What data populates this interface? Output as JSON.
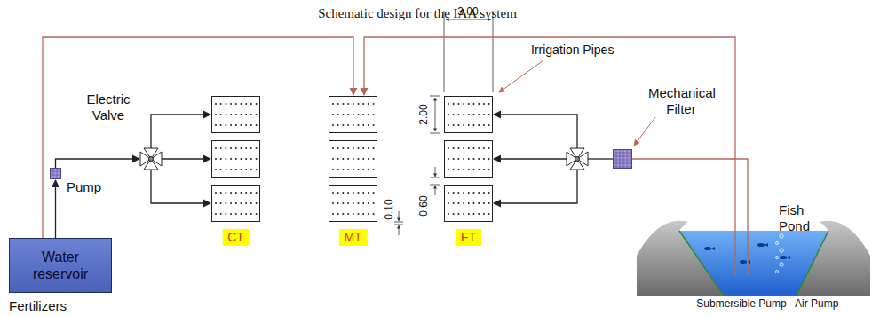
{
  "diagram": {
    "title": "Schematic design for the IAA system",
    "nodes": [
      {
        "text": [
          "Water reservoir"
        ]
      },
      {
        "text": [
          "Pump"
        ]
      },
      {
        "text": [
          "Electric Valve"
        ]
      },
      {
        "text": [
          "CT"
        ]
      },
      {
        "text": [
          "MT"
        ]
      },
      {
        "text": [
          "FT"
        ]
      },
      {
        "text": [
          "Mechanical Filter"
        ]
      },
      {
        "text": [
          "Fish Pond"
        ]
      },
      {
        "text": [
          "Submersible Pump"
        ],
        "in": 7
      },
      {
        "text": [
          "Air Pump"
        ],
        "in": 7
      }
    ],
    "edges": [
      {
        "from": 0,
        "to": 1,
        "arrow": "to"
      },
      {
        "from": 1,
        "to": 2,
        "arrow": "to"
      },
      {
        "from": 2,
        "to": 3,
        "arrow": "to"
      },
      {
        "from": 0,
        "to": 4,
        "arrow": "to"
      },
      {
        "from": 8,
        "to": 4,
        "arrow": "to"
      },
      {
        "from": 8,
        "to": 6,
        "arrow": "none"
      },
      {
        "from": 6,
        "to": 5,
        "arrow": "to"
      }
    ],
    "labels": [
      "Irrigation Pipes",
      "3.00",
      "2.00",
      "0.60",
      "0.10",
      "Fertilizers"
    ]
  }
}
